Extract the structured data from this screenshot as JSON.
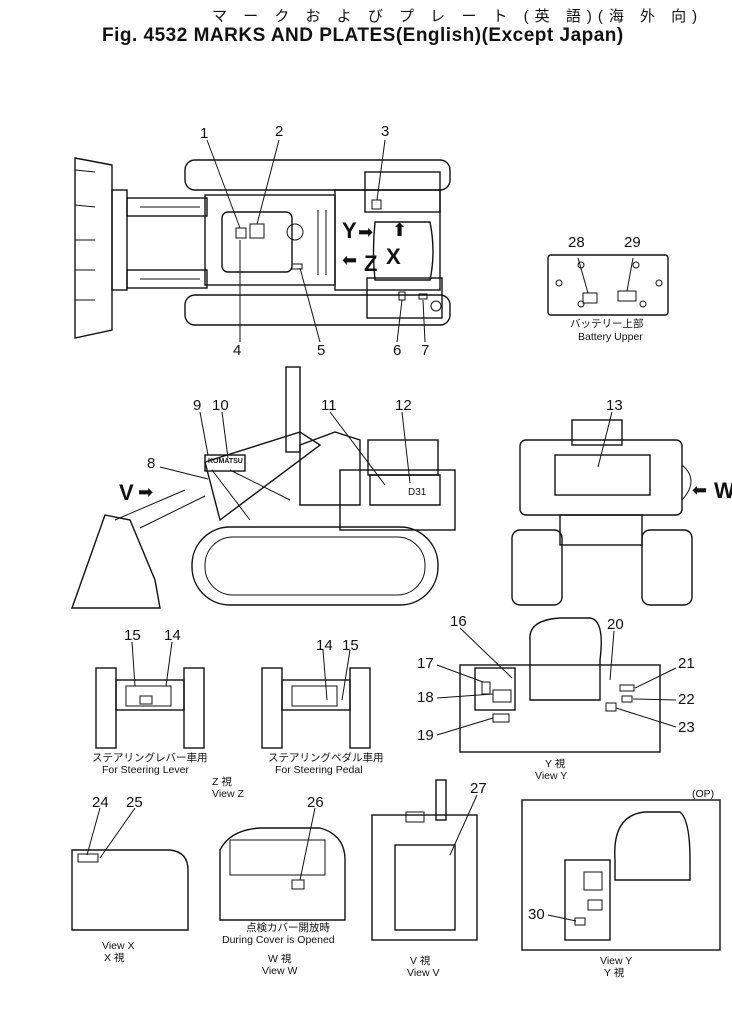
{
  "title": {
    "japanese": "マ ー ク お よ び プ レ ー ト (英 語)(海 外 向)",
    "english": "Fig. 4532 MARKS AND PLATES(English)(Except Japan)"
  },
  "callouts": [
    "1",
    "2",
    "3",
    "4",
    "5",
    "6",
    "7",
    "8",
    "9",
    "10",
    "11",
    "12",
    "13",
    "14",
    "15",
    "16",
    "17",
    "18",
    "19",
    "20",
    "21",
    "22",
    "23",
    "24",
    "25",
    "26",
    "27",
    "28",
    "29",
    "30"
  ],
  "views": {
    "battery_jp": "バッテリー上部",
    "battery_en": "Battery Upper",
    "steer_lever_jp": "ステアリングレバー車用",
    "steer_lever_en": "For Steering Lever",
    "steer_pedal_jp": "ステアリングペダル車用",
    "steer_pedal_en": "For Steering Pedal",
    "view_z_jp": "Z 視",
    "view_z_en": "View Z",
    "view_y_jp": "Y 視",
    "view_y_en": "View Y",
    "view_x_en": "View X",
    "view_x_jp": "X 視",
    "cover_jp": "点検カバー開放時",
    "cover_en": "During Cover is Opened",
    "view_w_jp": "W 視",
    "view_w_en": "View W",
    "view_v_jp": "V 視",
    "view_v_en": "View V",
    "op_tag": "(OP)",
    "view_y2_en": "View Y",
    "view_y2_jp": "Y 視"
  },
  "arrows": {
    "x": "X",
    "y": "Y",
    "z": "Z",
    "v": "V",
    "w": "W"
  },
  "plate_text": {
    "komatsu": "KOMATSU",
    "model": "D31"
  }
}
